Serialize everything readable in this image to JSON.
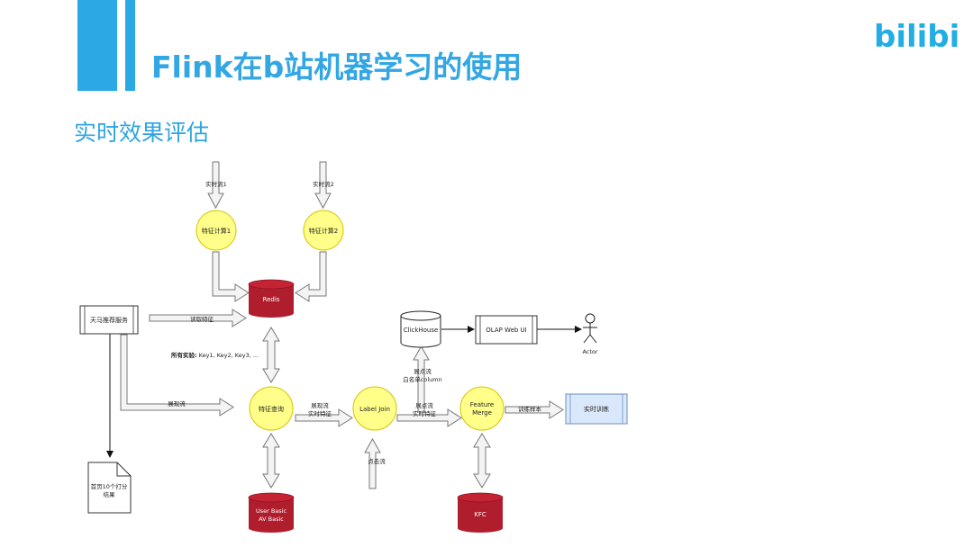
{
  "header": {
    "title": "Flink在b站机器学习的使用",
    "subtitle": "实时效果评估",
    "logo_text": "bilibili",
    "accent_color": "#2aa9e5"
  },
  "diagram": {
    "nodes": {
      "feature_calc_1": "特征计算1",
      "feature_calc_2": "特征计算2",
      "redis": "Redis",
      "tianma": "天马推荐服务",
      "feature_query": "特征查询",
      "label_join": "Label Join",
      "feature_merge_line1": "Feature",
      "feature_merge_line2": "Merge",
      "clickhouse": "ClickHouse",
      "olap": "OLAP Web UI",
      "actor": "Actor",
      "realtime_training": "实时训练",
      "user_basic_line1": "User Basic",
      "user_basic_line2": "AV Basic",
      "kfc": "KFC",
      "top10_line1": "首页10个打分",
      "top10_line2": "结果"
    },
    "labels": {
      "stream1": "实时流1",
      "stream2": "实时流2",
      "read_features": "读取特征",
      "all_exp_bold": "所有实验:",
      "all_exp_rest": " Key1, Key2, Key3, ...",
      "impression_stream": "展现流",
      "impression_rt_line1": "展现流",
      "impression_rt_line2": "实时特征",
      "click_stream": "点击流",
      "imp_rt2_line1": "展点流",
      "imp_rt2_line2": "实时特征",
      "whitelist_line1": "展点流",
      "whitelist_line2": "白名单column",
      "training_samples": "训练样本"
    }
  }
}
